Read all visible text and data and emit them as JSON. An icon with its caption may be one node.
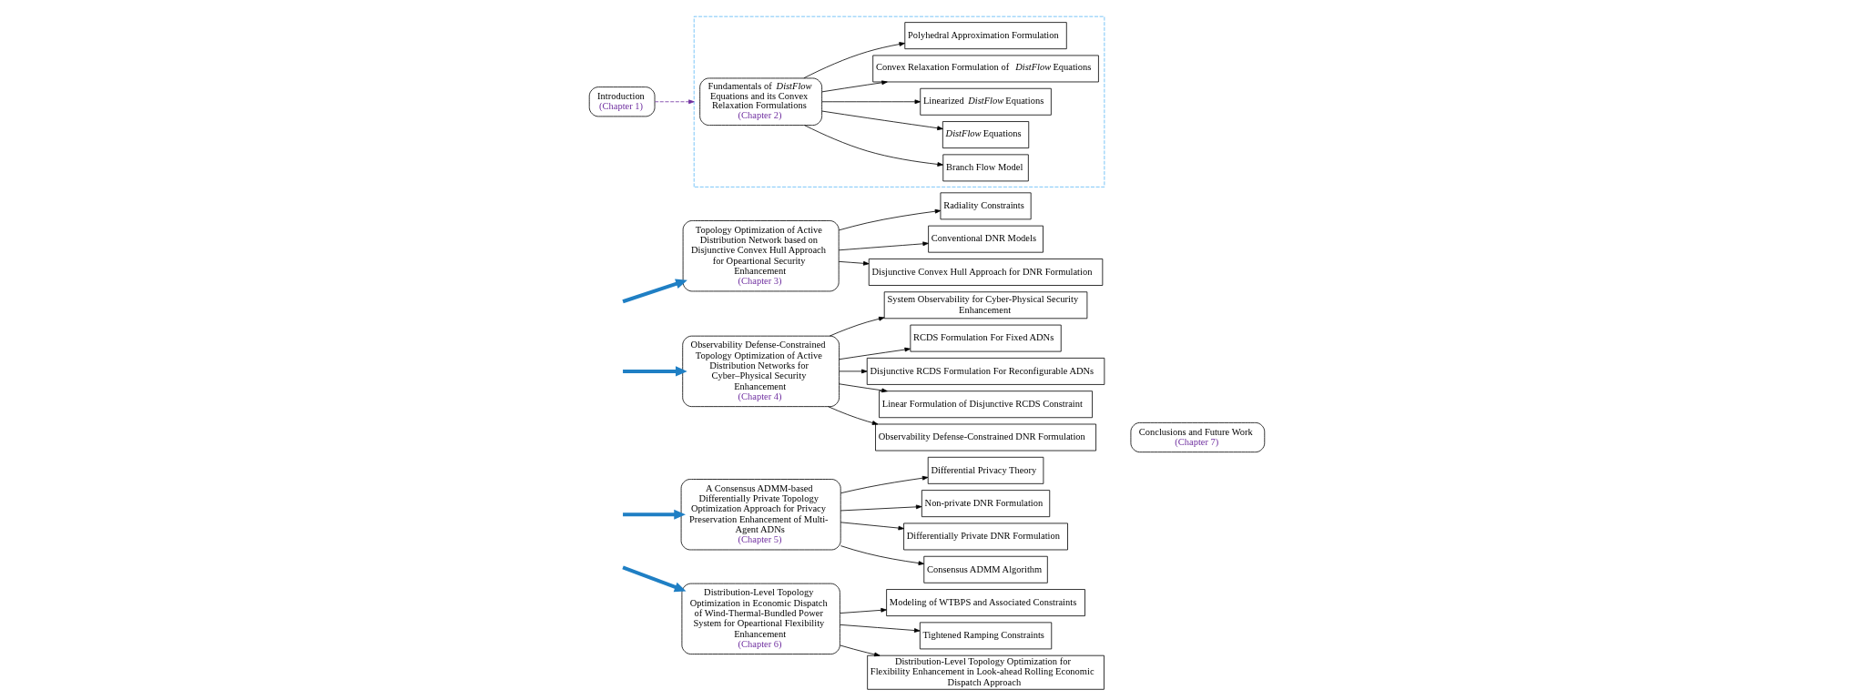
{
  "diagram": {
    "nodes": [
      {
        "text": [
          "Introduction",
          "(Chapter 1)"
        ]
      },
      {
        "text": [],
        "shape": "box"
      },
      {
        "text": [
          "Fundamentals of *DistFlow* Equations and its Convex Relaxation Formulations",
          "(Chapter 2)"
        ],
        "in": 1
      },
      {
        "text": [
          "Branch Flow Model"
        ],
        "in": 1
      },
      {
        "text": [
          "*DistFlow* Equations"
        ],
        "in": 1
      },
      {
        "text": [
          "Linearized *DistFlow* Equations"
        ],
        "in": 1
      },
      {
        "text": [
          "Convex Relaxation Formulation of *DistFlow* Equations"
        ],
        "in": 1
      },
      {
        "text": [
          "Polyhedral Approximation Formulation"
        ],
        "in": 1
      },
      {
        "text": [
          "Topology Optimization of Active Distribution Network based on Disjunctive Convex Hull Approach for Opeartional Security Enhancement",
          "(Chapter 3)"
        ]
      },
      {
        "text": [
          "Radiality Constraints"
        ]
      },
      {
        "text": [
          "Conventional DNR Models"
        ]
      },
      {
        "text": [
          "Disjunctive Convex Hull Approach for DNR Formulation"
        ]
      },
      {
        "text": [
          "Observability Defense-Constrained Topology Optimization of Active Distribution Networks for Cyber–Physical Security Enhancement",
          "(Chapter 4)"
        ]
      },
      {
        "text": [
          "System Observability for Cyber-Physical Security Enhancement"
        ]
      },
      {
        "text": [
          "RCDS Formulation For Fixed ADNs"
        ]
      },
      {
        "text": [
          "Disjunctive RCDS Formulation For Reconfigurable ADNs"
        ]
      },
      {
        "text": [
          "Linear Formulation of Disjunctive RCDS Constraint"
        ]
      },
      {
        "text": [
          "Observability Defense-Constrained DNR Formulation"
        ]
      },
      {
        "text": [
          "A Consensus ADMM-based Differentially Private Topology Optimization Approach for Privacy Preservation Enhancement of Multi-Agent ADNs",
          "(Chapter 5)"
        ]
      },
      {
        "text": [
          "Differential Privacy Theory"
        ]
      },
      {
        "text": [
          "Non-private DNR Formulation"
        ]
      },
      {
        "text": [
          "Differentially Private DNR Formulation"
        ]
      },
      {
        "text": [
          "Consensus ADMM Algorithm"
        ]
      },
      {
        "text": [
          "Distribution-Level Topology Optimization in Economic Dispatch of Wind-Thermal-Bundled Power System for Opeartional Flexibility Enhancement",
          "(Chapter 6)"
        ]
      },
      {
        "text": [
          "Modeling of WTBPS and Associated Constraints"
        ]
      },
      {
        "text": [
          "Tightened Ramping Constraints"
        ]
      },
      {
        "text": [
          "Distribution-Level Topology Optimization for Flexibility Enhancement in Look-ahead Rolling Economic Dispatch Approach"
        ]
      },
      {
        "text": [
          "Conclusions and Future Work",
          "(Chapter 7)"
        ]
      }
    ],
    "edges": [
      {
        "from": 0,
        "to": 1,
        "arrow": "to",
        "style": "dashed",
        "color": "#7030a0"
      },
      {
        "from": null,
        "to": 8,
        "arrow": "to",
        "style": "thick",
        "color": "#1f7fc4"
      },
      {
        "from": null,
        "to": 12,
        "arrow": "to",
        "style": "thick",
        "color": "#1f7fc4"
      },
      {
        "from": null,
        "to": 18,
        "arrow": "to",
        "style": "thick",
        "color": "#1f7fc4"
      },
      {
        "from": null,
        "to": 23,
        "arrow": "to",
        "style": "thick",
        "color": "#1f7fc4"
      },
      {
        "from": 2,
        "to": 3,
        "arrow": "to"
      },
      {
        "from": 2,
        "to": 4,
        "arrow": "to"
      },
      {
        "from": 2,
        "to": 5,
        "arrow": "to"
      },
      {
        "from": 2,
        "to": 6,
        "arrow": "to"
      },
      {
        "from": 2,
        "to": 7,
        "arrow": "to"
      },
      {
        "from": 8,
        "to": 9,
        "arrow": "to"
      },
      {
        "from": 8,
        "to": 10,
        "arrow": "to"
      },
      {
        "from": 8,
        "to": 11,
        "arrow": "to"
      },
      {
        "from": 12,
        "to": 13,
        "arrow": "to"
      },
      {
        "from": 12,
        "to": 14,
        "arrow": "to"
      },
      {
        "from": 12,
        "to": 15,
        "arrow": "to"
      },
      {
        "from": 12,
        "to": 16,
        "arrow": "to"
      },
      {
        "from": 12,
        "to": 17,
        "arrow": "to"
      },
      {
        "from": 18,
        "to": 19,
        "arrow": "to"
      },
      {
        "from": 18,
        "to": 20,
        "arrow": "to"
      },
      {
        "from": 18,
        "to": 21,
        "arrow": "to"
      },
      {
        "from": 18,
        "to": 22,
        "arrow": "to"
      },
      {
        "from": 23,
        "to": 24,
        "arrow": "to"
      },
      {
        "from": 23,
        "to": 25,
        "arrow": "to"
      },
      {
        "from": 23,
        "to": 26,
        "arrow": "to"
      }
    ]
  }
}
